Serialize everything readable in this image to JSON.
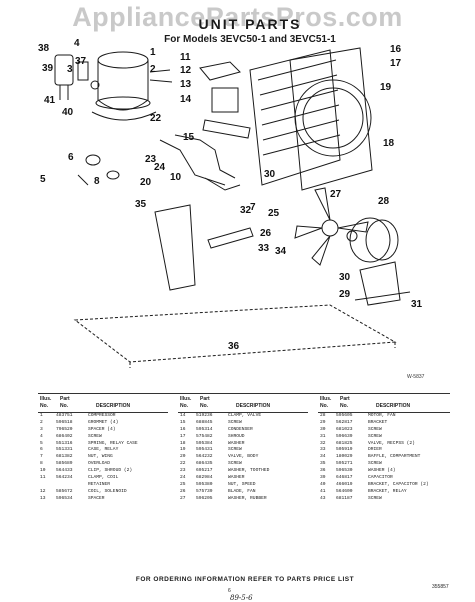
{
  "watermark": "AppliancePartsPros.com",
  "title": "UNIT PARTS",
  "models_line": "For Models 3EVC50-1 and 3EVC51-1",
  "figure_id": "W-5837",
  "callouts": [
    "38",
    "4",
    "37",
    "39",
    "3",
    "41",
    "40",
    "1",
    "11",
    "2",
    "12",
    "13",
    "14",
    "16",
    "17",
    "19",
    "18",
    "22",
    "15",
    "23",
    "6",
    "5",
    "8",
    "24",
    "10",
    "20",
    "30",
    "35",
    "27",
    "28",
    "7",
    "25",
    "32",
    "26",
    "33",
    "34",
    "30",
    "29",
    "31",
    "36"
  ],
  "table_headers": {
    "ref": "Illus. No.",
    "part": "Part No.",
    "desc": "DESCRIPTION"
  },
  "parts_col1": [
    {
      "ref": "1",
      "part": "483751",
      "desc": "COMPRESSOR"
    },
    {
      "ref": "2",
      "part": "596518",
      "desc": "GROMMET (4)"
    },
    {
      "ref": "3",
      "part": "796520",
      "desc": "SPACER (4)"
    },
    {
      "ref": "4",
      "part": "686402",
      "desc": "SCREW"
    },
    {
      "ref": "5",
      "part": "551316",
      "desc": "SPRING, RELAY CASE"
    },
    {
      "ref": "6",
      "part": "551331",
      "desc": "CASE, RELAY"
    },
    {
      "ref": "7",
      "part": "681382",
      "desc": "NUT, WING"
    },
    {
      "ref": "8",
      "part": "585689",
      "desc": "OVERLOAD"
    },
    {
      "ref": "10",
      "part": "564433",
      "desc": "CLIP, SHROUD (2)"
    },
    {
      "ref": "11",
      "part": "564234",
      "desc": "CLAMP, COIL"
    },
    {
      "ref": "",
      "part": "",
      "desc": "RETAINER"
    },
    {
      "ref": "12",
      "part": "585672",
      "desc": "COIL, SOLENOID"
    },
    {
      "ref": "13",
      "part": "596534",
      "desc": "SPACER"
    }
  ],
  "parts_col2": [
    {
      "ref": "14",
      "part": "519236",
      "desc": "CLAMP, VALVE"
    },
    {
      "ref": "15",
      "part": "688845",
      "desc": "SCREW"
    },
    {
      "ref": "16",
      "part": "595314",
      "desc": "CONDENSER"
    },
    {
      "ref": "17",
      "part": "575482",
      "desc": "SHROUD"
    },
    {
      "ref": "18",
      "part": "595384",
      "desc": "WASHER"
    },
    {
      "ref": "19",
      "part": "595431",
      "desc": "SCREW"
    },
    {
      "ref": "20",
      "part": "564232",
      "desc": "VALVE, BODY"
    },
    {
      "ref": "22",
      "part": "686435",
      "desc": "SCREW"
    },
    {
      "ref": "23",
      "part": "695217",
      "desc": "WASHER, TOOTHED"
    },
    {
      "ref": "24",
      "part": "682984",
      "desc": "WASHER"
    },
    {
      "ref": "25",
      "part": "595380",
      "desc": "NUT, SPEED"
    },
    {
      "ref": "26",
      "part": "575739",
      "desc": "BLADE, FAN"
    },
    {
      "ref": "27",
      "part": "596205",
      "desc": "WASHER, RUBBER"
    }
  ],
  "parts_col3": [
    {
      "ref": "28",
      "part": "595605",
      "desc": "MOTOR, FAN"
    },
    {
      "ref": "29",
      "part": "562817",
      "desc": "BRACKET"
    },
    {
      "ref": "30",
      "part": "681023",
      "desc": "SCREW"
    },
    {
      "ref": "31",
      "part": "596639",
      "desc": "SCREW"
    },
    {
      "ref": "32",
      "part": "681825",
      "desc": "VALVE, RECPSS (2)"
    },
    {
      "ref": "33",
      "part": "505919",
      "desc": "DRIER"
    },
    {
      "ref": "34",
      "part": "180029",
      "desc": "BAFFLE, COMPARTMENT"
    },
    {
      "ref": "35",
      "part": "595271",
      "desc": "SCREW"
    },
    {
      "ref": "36",
      "part": "596530",
      "desc": "WASHER (4)"
    },
    {
      "ref": "39",
      "part": "646817",
      "desc": "CAPACITOR"
    },
    {
      "ref": "40",
      "part": "466019",
      "desc": "BRACKET, CAPACITOR (2)"
    },
    {
      "ref": "41",
      "part": "564600",
      "desc": "BRACKET, RELAY"
    },
    {
      "ref": "43",
      "part": "681187",
      "desc": "SCREW"
    }
  ],
  "order_note": "FOR ORDERING INFORMATION REFER TO PARTS PRICE LIST",
  "page_number": "6",
  "doc_code": "355857",
  "handwritten": "89-5-6"
}
